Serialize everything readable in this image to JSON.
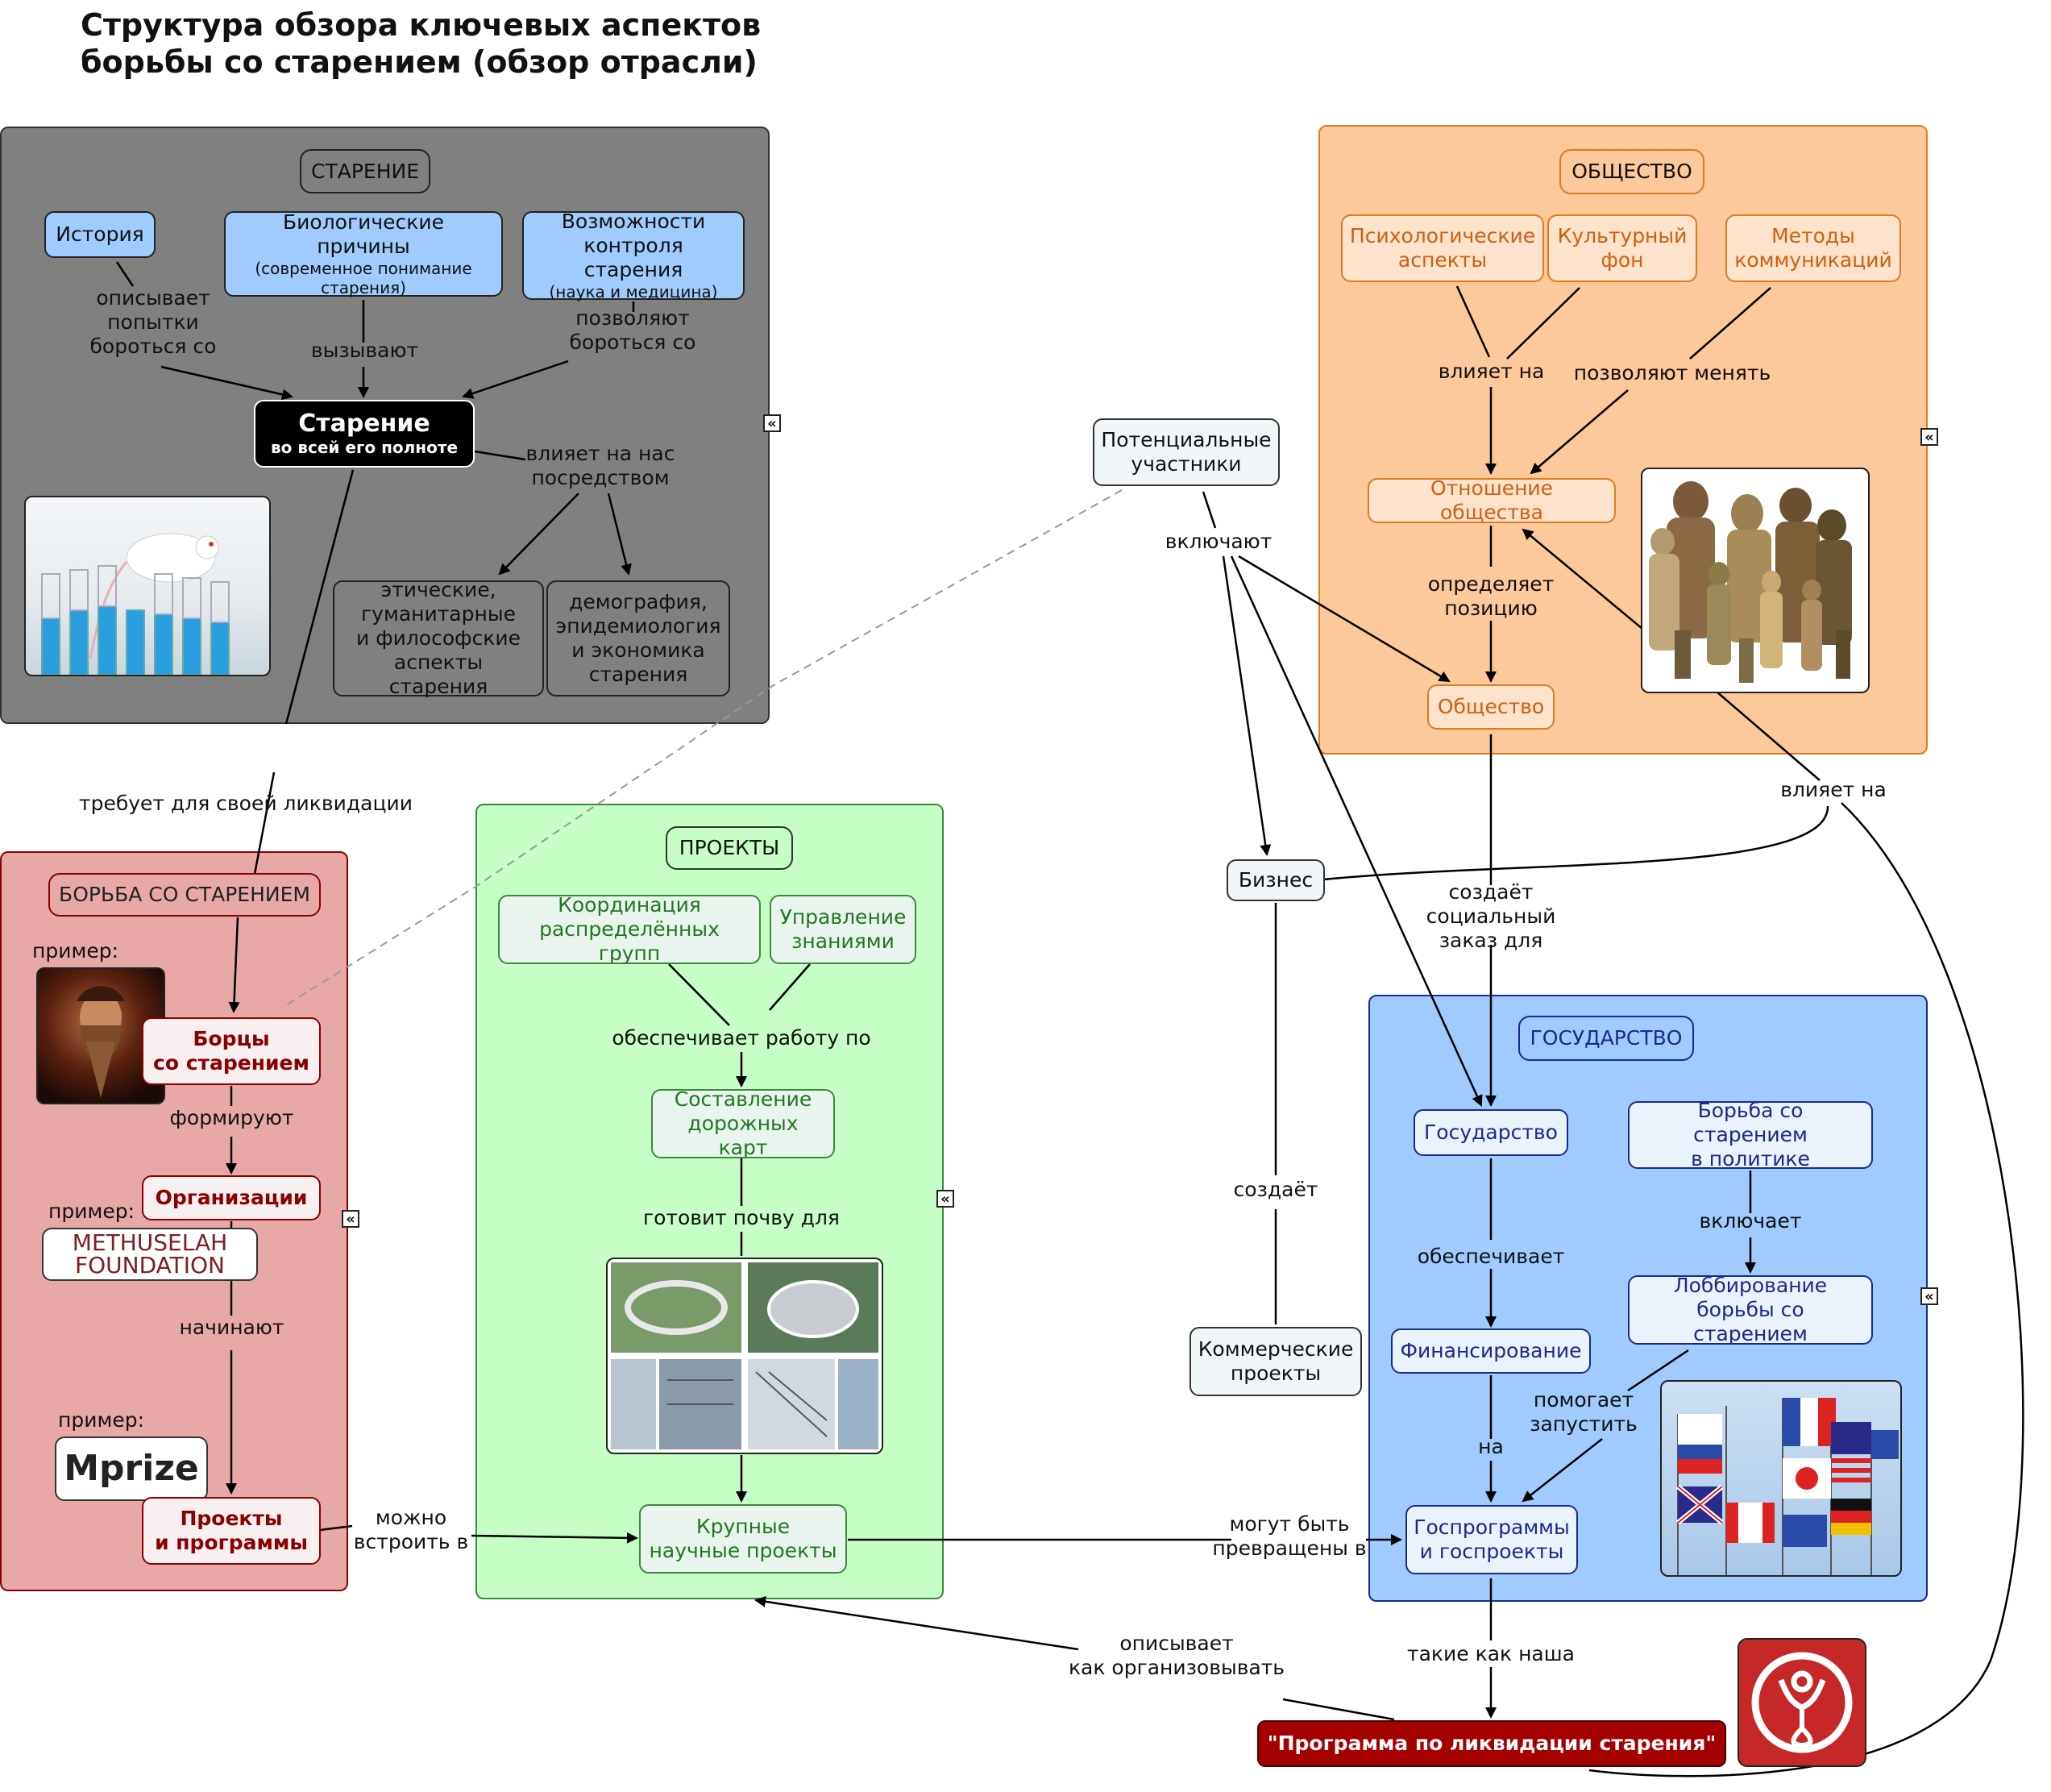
{
  "title": "Структура обзора ключевых аспектов\nборьбы со старением (обзор отрасли)",
  "collapse_icon": "«",
  "groups": {
    "aging": {
      "header": "СТАРЕНИЕ",
      "history": "История",
      "bio_causes": "Биологические причины",
      "bio_causes_sub": "(современное понимание\nстарения)",
      "control": "Возможности\nконтроля старения",
      "control_sub": "(наука и медицина)",
      "aging_main": "Старение",
      "aging_main_sub": "во всей его полноте",
      "ethics": "этические,\nгуманитарные\nи философские\nаспекты старения",
      "demography": "демография,\nэпидемиология\nи экономика\nстарения",
      "l_describes": "описывает\nпопытки\nбороться со",
      "l_causes": "вызывают",
      "l_allow": "позволяют\nбороться со",
      "l_influences": "влияет на нас\nпосредством"
    },
    "society": {
      "header": "ОБЩЕСТВО",
      "psych": "Психологические\nаспекты",
      "culture": "Культурный\nфон",
      "methods": "Методы\nкоммуникаций",
      "attitude": "Отношение общества",
      "society_node": "Общество",
      "l_influences": "влияет на",
      "l_allow_change": "позволяют менять",
      "l_determines": "определяет\nпозицию"
    },
    "fight": {
      "header": "БОРЬБА СО СТАРЕНИЕМ",
      "example1": "пример:",
      "fighters": "Борцы\nсо старением",
      "l_form": "формируют",
      "orgs": "Организации",
      "example2": "пример:",
      "methuselah": "METHUSELAH\nFOUNDATION",
      "l_start": "начинают",
      "example3": "пример:",
      "mprize": "Mprize",
      "projects": "Проекты\nи программы"
    },
    "projects": {
      "header": "ПРОЕКТЫ",
      "coordination": "Координация\nраспределённых групп",
      "knowledge": "Управление\nзнаниями",
      "l_provides": "обеспечивает работу по",
      "roadmaps": "Составление\nдорожных карт",
      "l_prepares": "готовит почву для",
      "big_projects": "Крупные\nнаучные проекты"
    },
    "state": {
      "header": "ГОСУДАРСТВО",
      "state_node": "Государство",
      "politics": "Борьба со старением\nв политике",
      "l_includes": "включает",
      "lobbying": "Лоббирование\nборьбы со старением",
      "l_provides": "обеспечивает",
      "financing": "Финансирование",
      "l_helps": "помогает\nзапустить",
      "l_on": "на",
      "programs": "Госпрограммы\nи госпроекты"
    }
  },
  "free": {
    "participants": "Потенциальные\nучастники",
    "l_include": "включают",
    "business": "Бизнес",
    "l_creates": "создаёт",
    "commercial": "Коммерческие\nпроекты",
    "l_social_order": "создаёт\nсоциальный\nзаказ для",
    "l_influences": "влияет на",
    "l_requires": "требует для своей ликвидации",
    "l_can_embed": "можно\nвстроить в",
    "l_can_turn": "могут быть\nпревращены в",
    "l_describes_how": "описывает\nкак организовывать",
    "l_such_as": "такие как наша",
    "program": "\"Программа по ликвидации старения\""
  },
  "colors": {
    "aging_bg": "#808080",
    "society_bg": "#fdc89a",
    "fight_bg": "#e8a8a8",
    "projects_bg": "#c6ffc6",
    "state_bg": "#9fcbff",
    "program_bg": "#a50000"
  }
}
